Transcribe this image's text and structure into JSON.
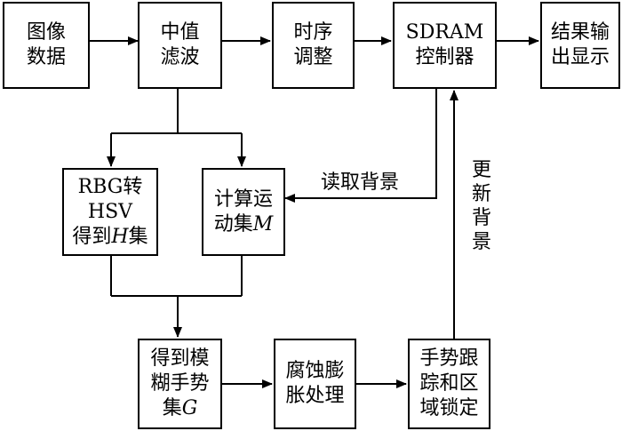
{
  "nodes": {
    "image_data": {
      "lines": [
        "图像",
        "数据"
      ]
    },
    "median_filter": {
      "lines": [
        "中值",
        "滤波"
      ]
    },
    "timing_adjust": {
      "lines": [
        "时序",
        "调整"
      ]
    },
    "sdram": {
      "lines": [
        "SDRAM",
        "控制器"
      ]
    },
    "result": {
      "lines": [
        "结果输",
        "出显示"
      ]
    },
    "rgb_hsv": {
      "line1": "RBG转",
      "line2": "HSV",
      "line3_pre": "得到",
      "line3_var": "H",
      "line3_post": "集"
    },
    "motion": {
      "line1": "计算运",
      "line2_pre": "动集",
      "line2_var": "M"
    },
    "fuzzy": {
      "line1": "得到模",
      "line2": "糊手势",
      "line3_pre": "集",
      "line3_var": "G"
    },
    "morph": {
      "lines": [
        "腐蚀膨",
        "胀处理"
      ]
    },
    "tracking": {
      "lines": [
        "手势跟",
        "踪和区",
        "域锁定"
      ]
    }
  },
  "labels": {
    "read_background": "读取背景",
    "update_background": [
      "更",
      "新",
      "背",
      "景"
    ]
  },
  "colors": {
    "stroke": "#000000",
    "background": "#ffffff"
  }
}
